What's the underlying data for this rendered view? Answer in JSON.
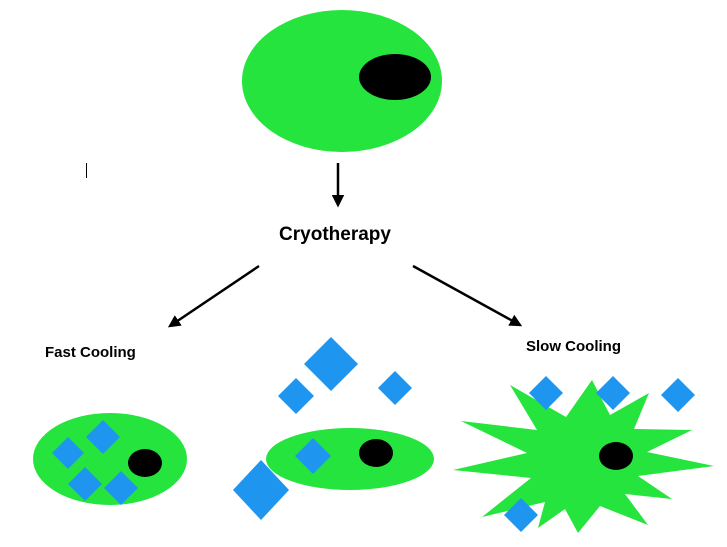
{
  "labels": {
    "process": "Cryotherapy",
    "fast": "Fast Cooling",
    "slow": "Slow Cooling"
  },
  "colors": {
    "cell": "#25e43e",
    "nucleus": "#000000",
    "ice_crystal": "#1e96f0",
    "arrow": "#000000",
    "background": "#ffffff"
  },
  "icons": {
    "intact_cell": "oval-cell-with-nucleus",
    "ice_crystal": "diamond",
    "ruptured_cell": "starburst-cell"
  }
}
